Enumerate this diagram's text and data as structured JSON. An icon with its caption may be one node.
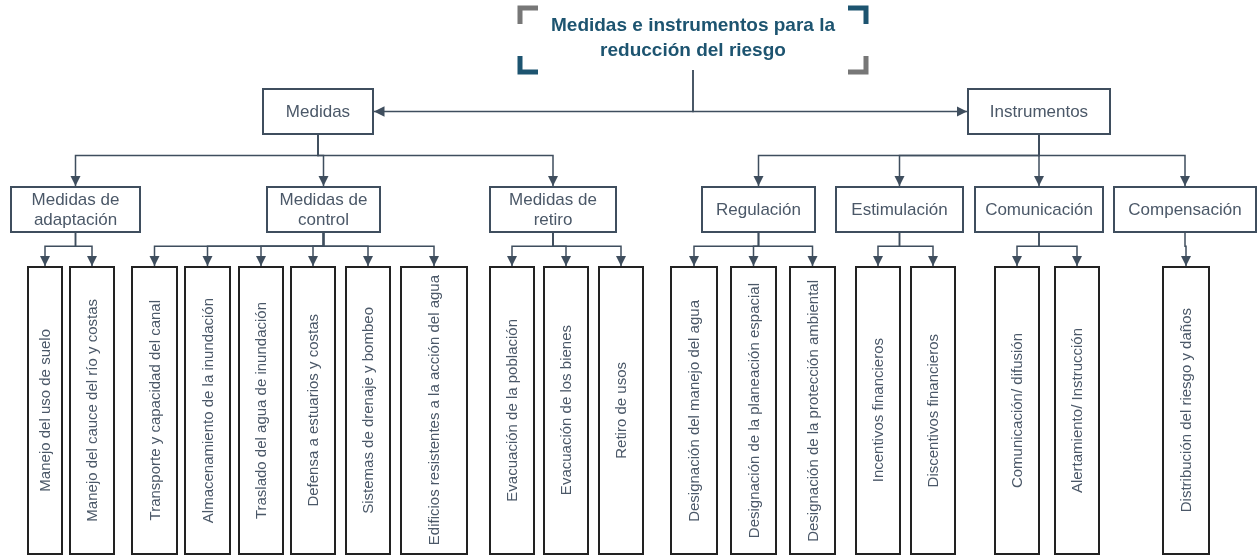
{
  "diagram": {
    "nodes": [
      {
        "text": [
          "Medidas e instrumentos para la reducción del riesgo"
        ]
      },
      {
        "text": [
          "Medidas"
        ]
      },
      {
        "text": [
          "Instrumentos"
        ]
      },
      {
        "text": [
          "Medidas de adaptación"
        ]
      },
      {
        "text": [
          "Medidas de control"
        ]
      },
      {
        "text": [
          "Medidas de retiro"
        ]
      },
      {
        "text": [
          "Regulación"
        ]
      },
      {
        "text": [
          "Estimulación"
        ]
      },
      {
        "text": [
          "Comunicación"
        ]
      },
      {
        "text": [
          "Compensación"
        ]
      },
      {
        "text": [
          "Manejo del uso de suelo"
        ]
      },
      {
        "text": [
          "Manejo del cauce del río y costas"
        ]
      },
      {
        "text": [
          "Transporte y capacidad del canal"
        ]
      },
      {
        "text": [
          "Almacenamiento de la inundación"
        ]
      },
      {
        "text": [
          "Traslado del agua de inundación"
        ]
      },
      {
        "text": [
          "Defensa a estuarios y costas"
        ]
      },
      {
        "text": [
          "Sistemas de drenaje y bombeo"
        ]
      },
      {
        "text": [
          "Edificios resistentes a la acción del agua"
        ]
      },
      {
        "text": [
          "Evacuación de la población"
        ]
      },
      {
        "text": [
          "Evacuación de los bienes"
        ]
      },
      {
        "text": [
          "Retiro de usos"
        ]
      },
      {
        "text": [
          "Designación del manejo del agua"
        ]
      },
      {
        "text": [
          "Designación de la planeación espacial"
        ]
      },
      {
        "text": [
          "Designación de la protección ambiental"
        ]
      },
      {
        "text": [
          "Incentivos financieros"
        ]
      },
      {
        "text": [
          "Discentivos financieros"
        ]
      },
      {
        "text": [
          "Comunicación/ difusión"
        ]
      },
      {
        "text": [
          "Alertamiento/ Instrucción"
        ]
      },
      {
        "text": [
          "Distribución del riesgo y daños"
        ]
      }
    ],
    "edges": [
      {
        "from": 0,
        "to": 1,
        "arrow": "to"
      },
      {
        "from": 0,
        "to": 2,
        "arrow": "to"
      },
      {
        "from": 1,
        "to": 3,
        "arrow": "to"
      },
      {
        "from": 1,
        "to": 4,
        "arrow": "to"
      },
      {
        "from": 1,
        "to": 5,
        "arrow": "to"
      },
      {
        "from": 2,
        "to": 6,
        "arrow": "to"
      },
      {
        "from": 2,
        "to": 7,
        "arrow": "to"
      },
      {
        "from": 2,
        "to": 8,
        "arrow": "to"
      },
      {
        "from": 2,
        "to": 9,
        "arrow": "to"
      },
      {
        "from": 3,
        "to": 10,
        "arrow": "to"
      },
      {
        "from": 3,
        "to": 11,
        "arrow": "to"
      },
      {
        "from": 4,
        "to": 12,
        "arrow": "to"
      },
      {
        "from": 4,
        "to": 13,
        "arrow": "to"
      },
      {
        "from": 4,
        "to": 14,
        "arrow": "to"
      },
      {
        "from": 4,
        "to": 15,
        "arrow": "to"
      },
      {
        "from": 4,
        "to": 16,
        "arrow": "to"
      },
      {
        "from": 4,
        "to": 17,
        "arrow": "to"
      },
      {
        "from": 5,
        "to": 18,
        "arrow": "to"
      },
      {
        "from": 5,
        "to": 19,
        "arrow": "to"
      },
      {
        "from": 5,
        "to": 20,
        "arrow": "to"
      },
      {
        "from": 6,
        "to": 21,
        "arrow": "to"
      },
      {
        "from": 6,
        "to": 22,
        "arrow": "to"
      },
      {
        "from": 6,
        "to": 23,
        "arrow": "to"
      },
      {
        "from": 7,
        "to": 24,
        "arrow": "to"
      },
      {
        "from": 7,
        "to": 25,
        "arrow": "to"
      },
      {
        "from": 8,
        "to": 26,
        "arrow": "to"
      },
      {
        "from": 8,
        "to": 27,
        "arrow": "to"
      },
      {
        "from": 9,
        "to": 28,
        "arrow": "to"
      }
    ]
  }
}
